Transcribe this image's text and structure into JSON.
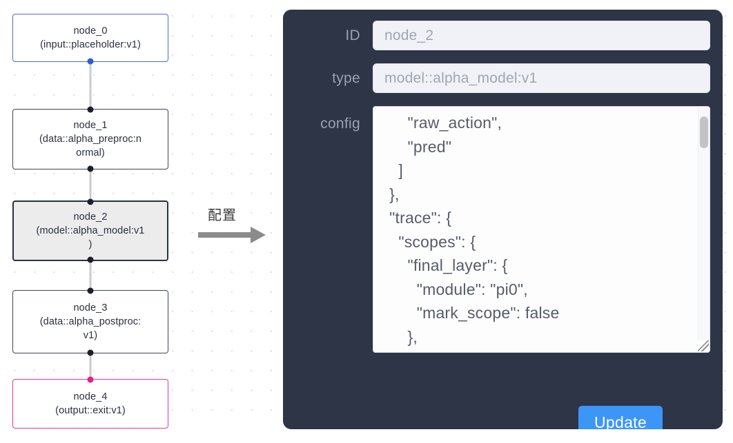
{
  "graph": {
    "nodes": [
      {
        "id": "node_0",
        "type_line": "(input::placeholder:v1)",
        "kind": "input",
        "selected": false
      },
      {
        "id": "node_1",
        "type_line": "(data::alpha_preproc:n",
        "type_line2": "ormal)",
        "kind": "default",
        "selected": false
      },
      {
        "id": "node_2",
        "type_line": "(model::alpha_model:v1",
        "type_line2": ")",
        "kind": "default",
        "selected": true
      },
      {
        "id": "node_3",
        "type_line": "(data::alpha_postproc:",
        "type_line2": "v1)",
        "kind": "default",
        "selected": false
      },
      {
        "id": "node_4",
        "type_line": "(output::exit:v1)",
        "kind": "output",
        "selected": false
      }
    ]
  },
  "annotation": {
    "label": "配置",
    "arrow": "right-arrow-icon"
  },
  "panel": {
    "id_label": "ID",
    "id_value": "node_2",
    "type_label": "type",
    "type_value": "model::alpha_model:v1",
    "config_label": "config",
    "config_value": "      \"raw_action\",\n      \"pred\"\n    ]\n  },\n  \"trace\": {\n    \"scopes\": {\n      \"final_layer\": {\n        \"module\": \"pi0\",\n        \"mark_scope\": false\n      },\n      \"action_model\": {",
    "update_label": "Update",
    "accent_color": "#3b96f7",
    "panel_color": "#2d3547"
  }
}
